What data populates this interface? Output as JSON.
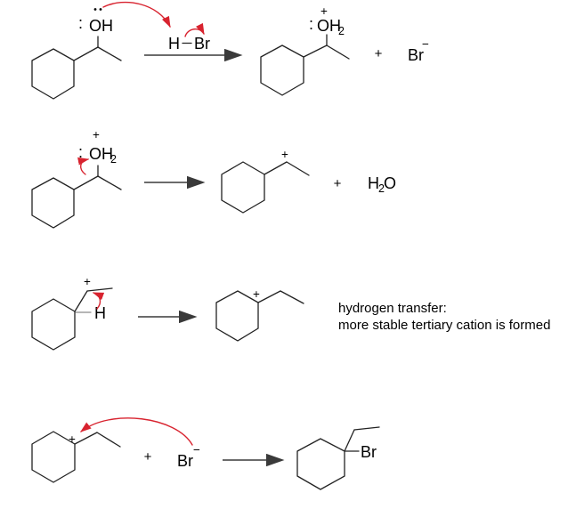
{
  "colors": {
    "bond": "#222222",
    "arrow": "#3a3a3a",
    "red": "#d8232f",
    "text": "#000000",
    "ch_bond": "#8a8a8a"
  },
  "symbols": {
    "plus": "+",
    "minus": "−",
    "lone_pair": ":"
  },
  "atoms": {
    "oh": "OH",
    "h": "H",
    "o": "O",
    "br": "Br",
    "sub2": "2"
  },
  "reagent": {
    "h": "H",
    "br": "Br"
  },
  "annotation": {
    "line1": "hydrogen transfer:",
    "line2": "more stable tertiary cation is formed"
  }
}
